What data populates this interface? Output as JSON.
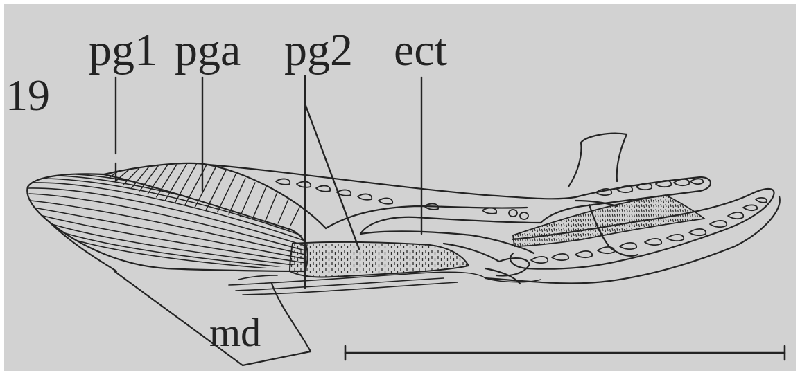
{
  "figure": {
    "number": "19"
  },
  "labels": {
    "pg1": "pg1",
    "pga": "pga",
    "pg2": "pg2",
    "ect": "ect",
    "md": "md"
  },
  "colors": {
    "background": "#d2d2d2",
    "ink": "#232323",
    "stipple": "#2e2e2e"
  }
}
